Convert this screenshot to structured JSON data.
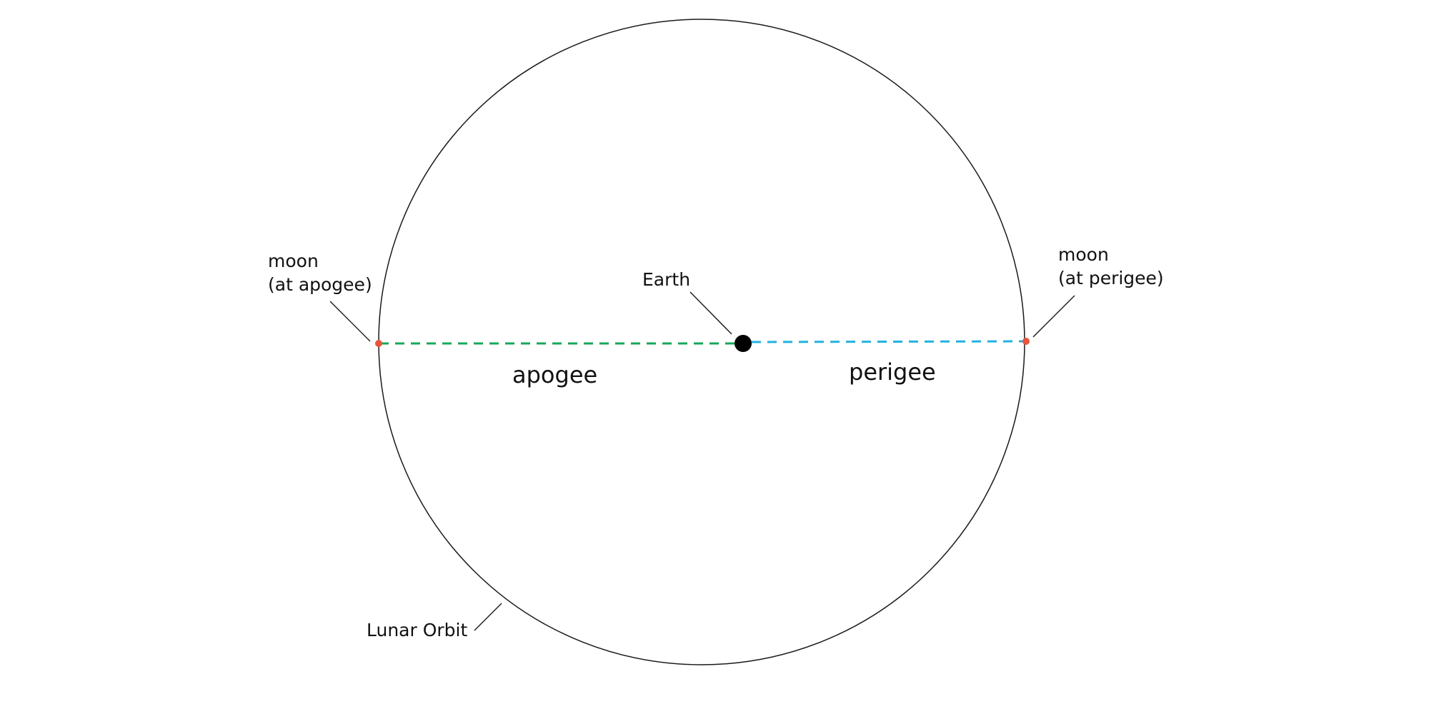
{
  "diagram": {
    "labels": {
      "earth": "Earth",
      "moon_apogee_line1": "moon",
      "moon_apogee_line2": "(at apogee)",
      "moon_perigee_line1": "moon",
      "moon_perigee_line2": "(at perigee)",
      "apogee": "apogee",
      "perigee": "perigee",
      "lunar_orbit": "Lunar Orbit"
    },
    "icons": {
      "earth": "filled-circle",
      "moon": "small-filled-circle"
    },
    "colors": {
      "background": "#ffffff",
      "orbit": "#1a1a1a",
      "earth": "#000000",
      "moon": "#e8553a",
      "apogee_line": "#16a85a",
      "perigee_line": "#22b2e0",
      "leader": "#222222",
      "text": "#111111"
    }
  }
}
